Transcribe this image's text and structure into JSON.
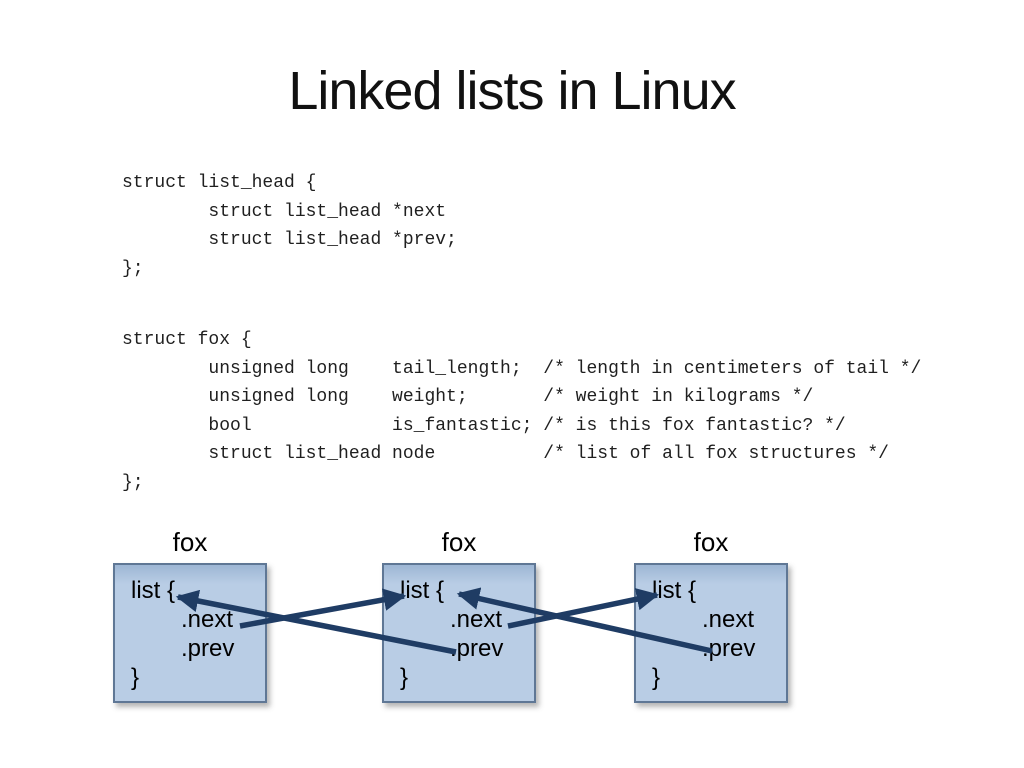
{
  "slide": {
    "title": "Linked lists in Linux"
  },
  "code": {
    "list_head": "struct list_head {\n        struct list_head *next\n        struct list_head *prev;\n};",
    "fox": "struct fox {\n        unsigned long    tail_length;  /* length in centimeters of tail */\n        unsigned long    weight;       /* weight in kilograms */\n        bool             is_fantastic; /* is this fox fantastic? */\n        struct list_head node          /* list of all fox structures */\n};"
  },
  "diagram": {
    "nodes": [
      {
        "label": "fox",
        "lines": [
          "list {",
          ".next",
          ".prev",
          "}"
        ]
      },
      {
        "label": "fox",
        "lines": [
          "list {",
          ".next",
          ".prev",
          "}"
        ]
      },
      {
        "label": "fox",
        "lines": [
          "list {",
          ".next",
          ".prev",
          "}"
        ]
      }
    ],
    "arrows": [
      {
        "name": "node1.next → node2.list"
      },
      {
        "name": "node2.prev → node1.list"
      },
      {
        "name": "node2.next → node3.list"
      },
      {
        "name": "node3.prev → node2.list"
      }
    ]
  },
  "colors": {
    "box-fill": "#b9cde5",
    "box-fill-dark": "#9db6d4",
    "box-border": "#5f7795",
    "arrow": "#1f3c64",
    "title-color": "#111111",
    "code-color": "#1f1f1f"
  }
}
